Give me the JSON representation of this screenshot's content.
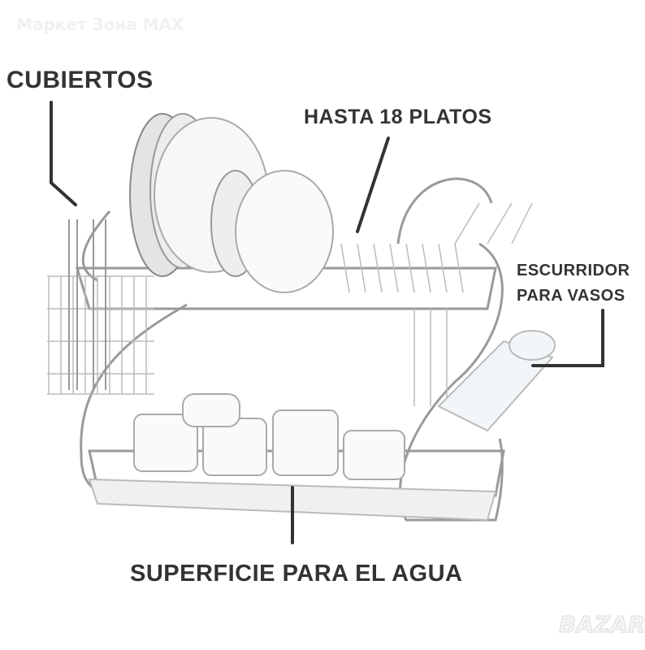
{
  "watermark": "Маркет Зона MAX",
  "logo": "BAZAR",
  "labels": {
    "cutlery": "CUBIERTOS",
    "plates": "HASTA 18 PLATOS",
    "glasses_line1": "ESCURRIDOR",
    "glasses_line2": "PARA VASOS",
    "tray": "SUPERFICIE PARA EL AGUA"
  },
  "colors": {
    "label": "#333333",
    "chrome": "#9a9a9a",
    "arrow": "#333333"
  }
}
